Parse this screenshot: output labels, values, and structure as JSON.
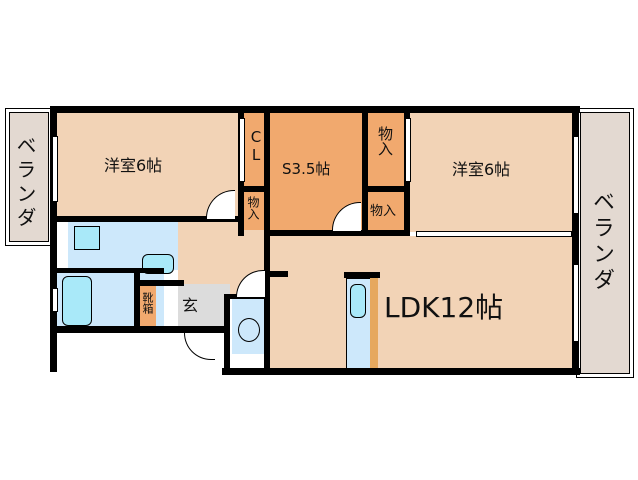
{
  "floor_plan": {
    "rooms": [
      {
        "id": "western-room-left",
        "label": "洋室6帖",
        "type": "Western-style room",
        "size_jo": 6
      },
      {
        "id": "closet",
        "label": "CL"
      },
      {
        "id": "storage-1",
        "label": "物入"
      },
      {
        "id": "service-room",
        "label": "S3.5帖",
        "size_jo": 3.5
      },
      {
        "id": "storage-2",
        "label": "物入"
      },
      {
        "id": "storage-3",
        "label": "物入"
      },
      {
        "id": "western-room-right",
        "label": "洋室6帖",
        "type": "Western-style room",
        "size_jo": 6
      },
      {
        "id": "ldk",
        "label": "LDK12帖",
        "size_jo": 12
      },
      {
        "id": "entrance",
        "label": "玄"
      },
      {
        "id": "shoe-box",
        "label": "靴箱"
      },
      {
        "id": "balcony-left",
        "label": "ベランダ"
      },
      {
        "id": "balcony-right",
        "label": "ベランダ"
      }
    ],
    "colors": {
      "room_peach": "#f2d3b6",
      "room_orange": "#f1a96e",
      "wet_area_blue": "#cde8fb",
      "entrance_gray": "#dcdcdc",
      "balcony": "#e3d9d1",
      "wall": "#000000"
    }
  }
}
